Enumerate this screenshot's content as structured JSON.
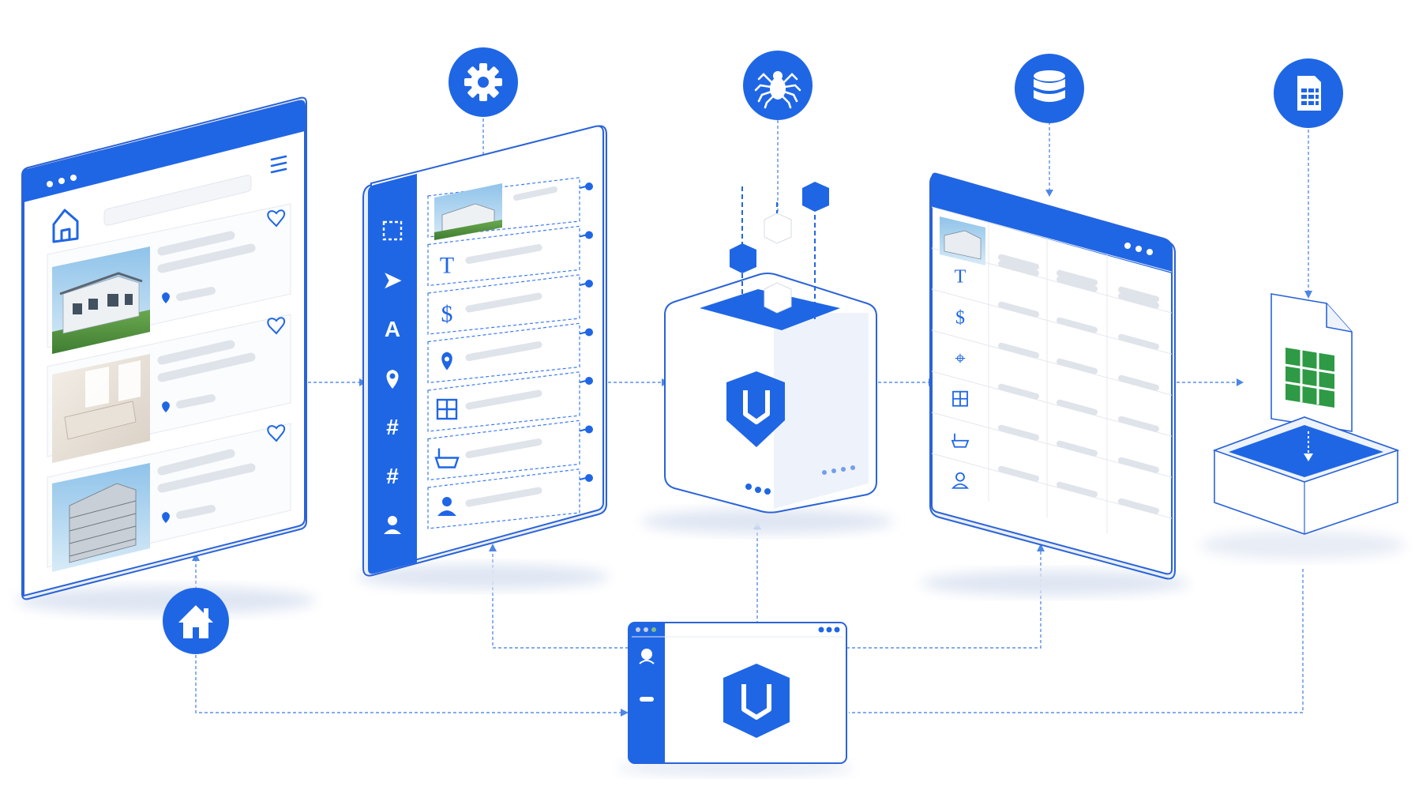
{
  "colors": {
    "primary": "#1f66e5",
    "primary_light": "#3b7bf0",
    "outline": "#2a63d8",
    "panel_fill": "#ffffff",
    "panel_shade": "#eef3fb",
    "placeholder_bar": "#dfe3ea",
    "connector": "#5b8fe6",
    "sheet_green": "#2e9a46",
    "photo_sky": "#b9d7ee",
    "photo_building": "#e7ebef"
  },
  "stages": [
    {
      "id": "listing-site",
      "icon": "home-icon"
    },
    {
      "id": "field-selector",
      "icon": "gear-icon"
    },
    {
      "id": "scraper-engine",
      "icon": "spider-icon"
    },
    {
      "id": "structured-table",
      "icon": "database-icon"
    },
    {
      "id": "spreadsheet-export",
      "icon": "spreadsheet-icon"
    }
  ],
  "field_selector_tools": [
    "select-region-icon",
    "cursor-icon",
    "text-tool-icon",
    "location-pin-icon",
    "hash-icon",
    "grid-hash-icon",
    "user-icon"
  ],
  "field_selector_tool_glyphs": [
    "⬚",
    "➤",
    "A",
    "",
    "#",
    "#",
    ""
  ],
  "field_types": [
    "image-field-icon",
    "text-field-icon",
    "price-field-icon",
    "location-field-icon",
    "rooms-field-icon",
    "bath-field-icon",
    "agent-field-icon"
  ],
  "field_type_glyphs": [
    "",
    "T",
    "$",
    "",
    "",
    "",
    ""
  ],
  "table_row_icons": [
    "T",
    "$",
    "⌖",
    "",
    "",
    ""
  ],
  "listing_count": 3
}
